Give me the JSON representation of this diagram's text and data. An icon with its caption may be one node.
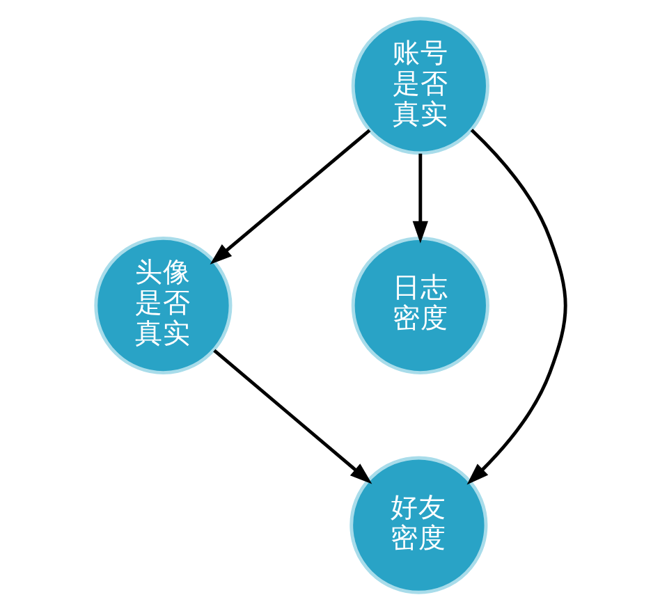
{
  "diagram": {
    "nodes": [
      {
        "text": [
          "账号是否真实"
        ]
      },
      {
        "text": [
          "头像是否真实"
        ]
      },
      {
        "text": [
          "日志密度"
        ]
      },
      {
        "text": [
          "好友密度"
        ]
      }
    ],
    "edges": [
      {
        "from": 0,
        "to": 1,
        "arrow": "to"
      },
      {
        "from": 0,
        "to": 3,
        "arrow": "to"
      },
      {
        "from": 0,
        "to": 2,
        "arrow": "to"
      },
      {
        "from": 1,
        "to": 3,
        "arrow": "to"
      }
    ]
  }
}
